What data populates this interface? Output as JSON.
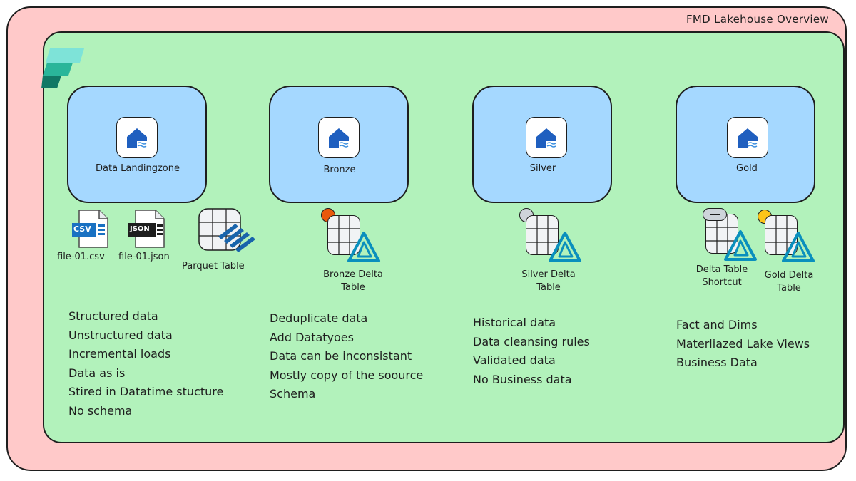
{
  "title": "FMD Lakehouse Overview",
  "layers": [
    {
      "label": "Data Landingzone"
    },
    {
      "label": "Bronze"
    },
    {
      "label": "Silver"
    },
    {
      "label": "Gold"
    }
  ],
  "landing_files": {
    "csv_badge": "CSV",
    "json_badge": "JSON",
    "csv_name": "file-01.csv",
    "json_name": "file-01.json",
    "parquet_name": "Parquet Table"
  },
  "tables": {
    "bronze_line1": "Bronze Delta",
    "bronze_line2": "Table",
    "silver_line1": "Silver Delta",
    "silver_line2": "Table",
    "shortcut_line1": "Delta Table",
    "shortcut_line2": "Shortcut",
    "gold_line1": "Gold Delta",
    "gold_line2": "Table"
  },
  "dots": {
    "bronze": "#e8590c",
    "silver": "#ced4da",
    "gold": "#fcc419"
  },
  "notes": {
    "landing": [
      "Structured data",
      "Unstructured data",
      "Incremental loads",
      "Data as is",
      "Stired in Datatime stucture",
      "No schema"
    ],
    "bronze": [
      "Deduplicate data",
      "Add Datatyoes",
      "Data can be inconsistant",
      "Mostly copy of the soource",
      "Schema"
    ],
    "silver": [
      "Historical data",
      "Data cleansing rules",
      "Validated data",
      "No Business data"
    ],
    "gold": [
      "Fact and Dims",
      "Materliazed Lake Views",
      "Business Data"
    ]
  }
}
